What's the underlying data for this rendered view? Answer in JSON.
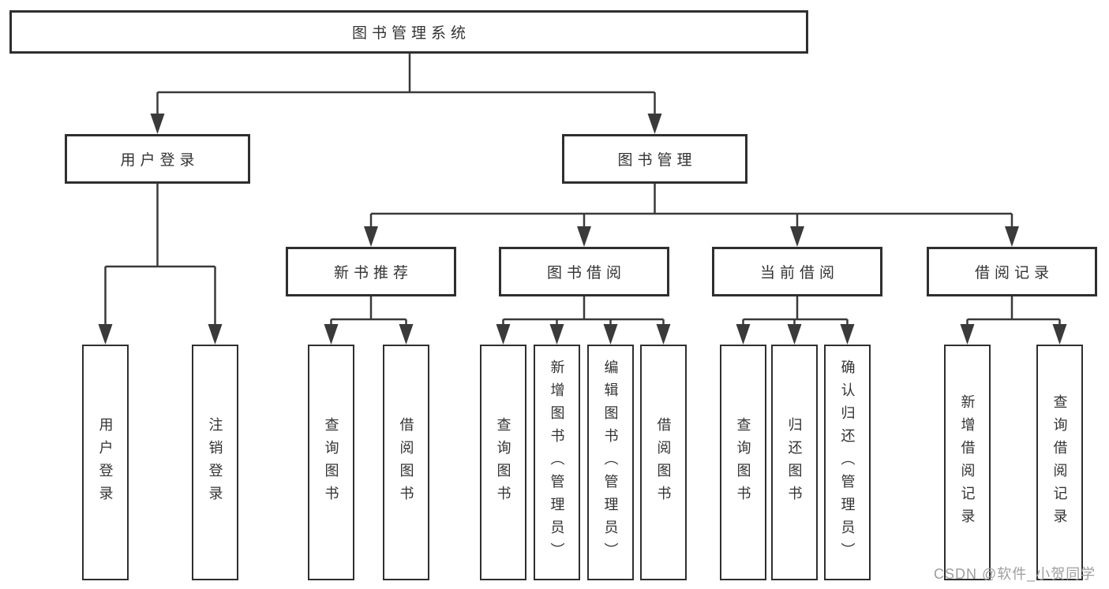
{
  "colors": {
    "background": "#ffffff",
    "border": "#2f2f2f",
    "line": "#3a3a3a",
    "text": "#333333",
    "watermark": "#9e9e9e"
  },
  "tree": {
    "root": {
      "label": "图书管理系统",
      "children": [
        {
          "label": "用户登录",
          "children": [
            {
              "label": "用户登录"
            },
            {
              "label": "注销登录"
            }
          ]
        },
        {
          "label": "图书管理",
          "children": [
            {
              "label": "新书推荐",
              "children": [
                {
                  "label": "查询图书"
                },
                {
                  "label": "借阅图书"
                }
              ]
            },
            {
              "label": "图书借阅",
              "children": [
                {
                  "label": "查询图书"
                },
                {
                  "label": "新增图书（管理员）"
                },
                {
                  "label": "编辑图书（管理员）"
                },
                {
                  "label": "借阅图书"
                }
              ]
            },
            {
              "label": "当前借阅",
              "children": [
                {
                  "label": "查询图书"
                },
                {
                  "label": "归还图书"
                },
                {
                  "label": "确认归还（管理员）"
                }
              ]
            },
            {
              "label": "借阅记录",
              "children": [
                {
                  "label": "新增借阅记录"
                },
                {
                  "label": "查询借阅记录"
                }
              ]
            }
          ]
        }
      ]
    }
  },
  "watermark": "CSDN @软件_小贺同学"
}
